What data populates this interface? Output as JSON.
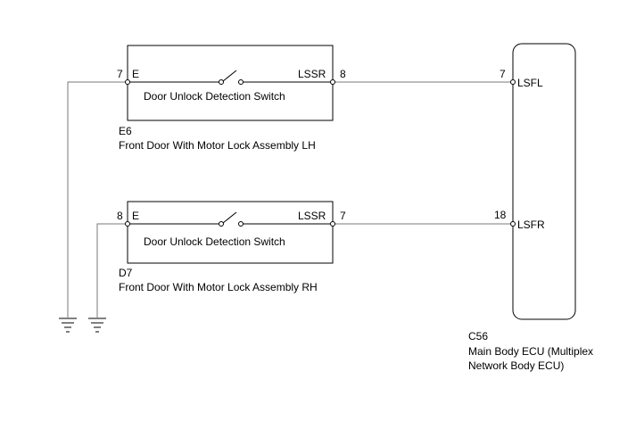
{
  "components": {
    "lh": {
      "pin_e_num": "7",
      "pin_e_label": "E",
      "pin_lssr_label": "LSSR",
      "pin_lssr_num": "8",
      "switch_label": "Door Unlock Detection Switch",
      "code": "E6",
      "name": "Front Door With Motor Lock Assembly LH"
    },
    "rh": {
      "pin_e_num": "8",
      "pin_e_label": "E",
      "pin_lssr_label": "LSSR",
      "pin_lssr_num": "7",
      "switch_label": "Door Unlock Detection Switch",
      "code": "D7",
      "name": "Front Door With Motor Lock Assembly RH"
    },
    "ecu": {
      "pin_lsfl_num": "7",
      "pin_lsfl_label": "LSFL",
      "pin_lsfr_num": "18",
      "pin_lsfr_label": "LSFR",
      "code": "C56",
      "name_line1": "Main Body ECU (Multiplex",
      "name_line2": "Network Body ECU)"
    }
  }
}
